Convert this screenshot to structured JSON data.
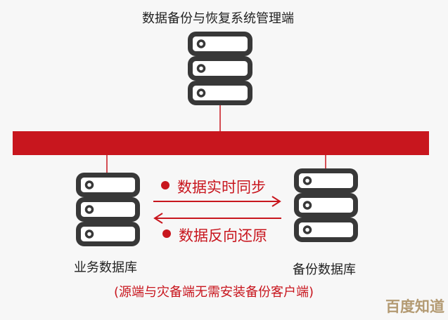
{
  "title": "数据备份与恢复系统管理端",
  "source_db": "业务数据库",
  "backup_db": "备份数据库",
  "sync_label": "数据实时同步",
  "restore_label": "数据反向还原",
  "note": "(源端与灾备端无需安装备份客户端)",
  "watermark": "百度知道",
  "colors": {
    "accent": "#c8161e",
    "server": "#383838",
    "watermark": "#b39a72"
  }
}
